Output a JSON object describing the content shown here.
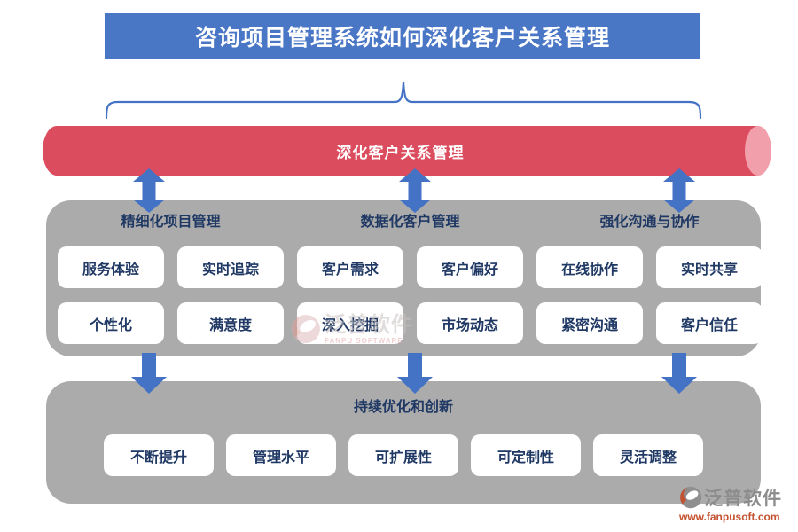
{
  "title": "咨询项目管理系统如何深化客户关系管理",
  "cylinder": {
    "label": "深化客户关系管理"
  },
  "groups_panel": {
    "columns": [
      {
        "header": "精细化项目管理",
        "items": [
          "服务体验",
          "实时追踪",
          "个性化",
          "满意度"
        ]
      },
      {
        "header": "数据化客户管理",
        "items": [
          "客户需求",
          "客户偏好",
          "深入挖掘",
          "市场动态"
        ]
      },
      {
        "header": "强化沟通与协作",
        "items": [
          "在线协作",
          "实时共享",
          "紧密沟通",
          "客户信任"
        ]
      }
    ]
  },
  "bottom_panel": {
    "header": "持续优化和创新",
    "items": [
      "不断提升",
      "管理水平",
      "可扩展性",
      "可定制性",
      "灵活调整"
    ]
  },
  "watermark": {
    "name": "泛普软件",
    "sub": "FANPU SOFTWARE"
  },
  "logo": {
    "name": "泛普软件",
    "url": "www.fanpusoft.com"
  },
  "icons": {
    "brace": "curly-bracket-connector",
    "up_down_arrow": "bidirectional-vertical-arrow",
    "down_arrow": "down-arrow",
    "logo_mark": "fanpu-circle-logo"
  },
  "colors": {
    "title_bg": "#4a76c6",
    "title_text": "#ffffff",
    "cylinder_body": "#dc4c5f",
    "cylinder_cap": "#f19faa",
    "arrow_blue": "#4472c4",
    "panel_gray": "#ababab",
    "box_bg": "#ffffff",
    "box_text": "#1f3864",
    "logo_gray": "#8c8c8c",
    "logo_orange": "#c4512f"
  }
}
